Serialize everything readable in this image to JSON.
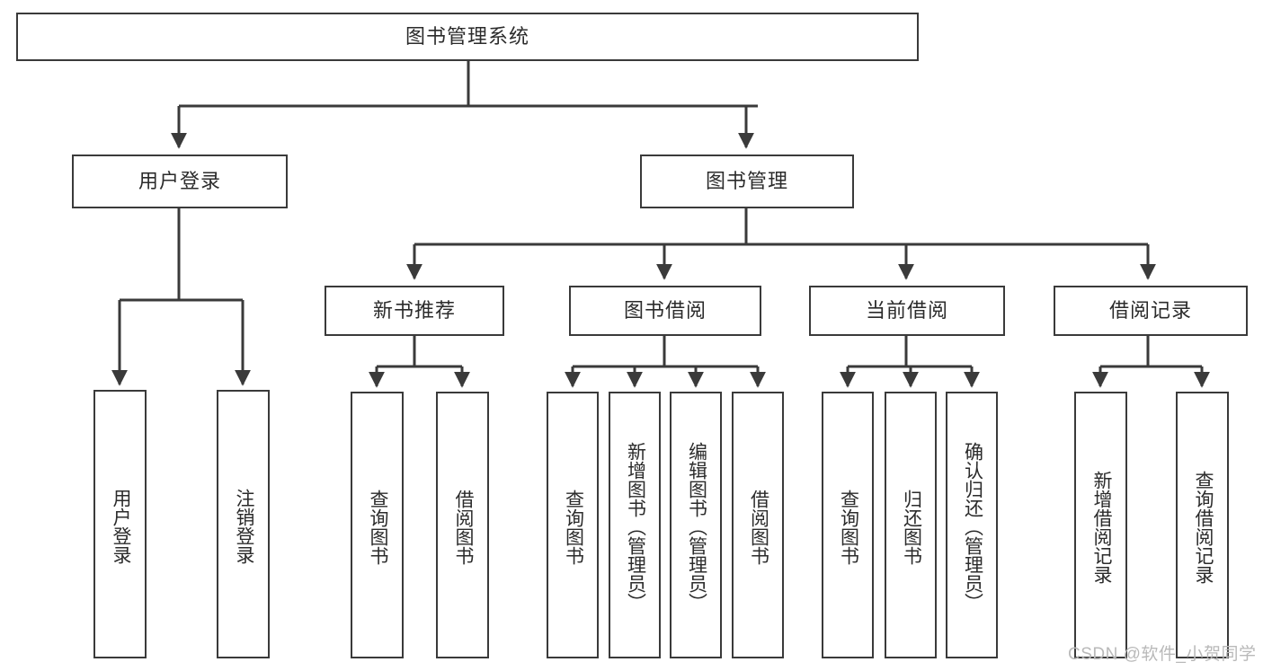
{
  "diagram": {
    "title": "图书管理系统",
    "type": "hierarchy-tree",
    "root": {
      "label": "图书管理系统"
    },
    "level2": [
      {
        "label": "用户登录"
      },
      {
        "label": "图书管理"
      }
    ],
    "level3": [
      {
        "label": "新书推荐"
      },
      {
        "label": "图书借阅"
      },
      {
        "label": "当前借阅"
      },
      {
        "label": "借阅记录"
      }
    ],
    "leaves": {
      "user_login": [
        {
          "label": "用户登录"
        },
        {
          "label": "注销登录"
        }
      ],
      "new_book_recommend": [
        {
          "label": "查询图书"
        },
        {
          "label": "借阅图书"
        }
      ],
      "book_borrow": [
        {
          "label": "查询图书"
        },
        {
          "label": "新增图书（管理员）"
        },
        {
          "label": "编辑图书（管理员）"
        },
        {
          "label": "借阅图书"
        }
      ],
      "current_borrow": [
        {
          "label": "查询图书"
        },
        {
          "label": "归还图书"
        },
        {
          "label": "确认归还（管理员）"
        }
      ],
      "borrow_records": [
        {
          "label": "新增借阅记录"
        },
        {
          "label": "查询借阅记录"
        }
      ]
    }
  },
  "watermark": {
    "text": "CSDN @软件_小贺同学"
  },
  "colors": {
    "stroke": "#3a3a3a",
    "text": "#2b2b2b",
    "background": "#ffffff",
    "watermark": "#b9b9b9"
  }
}
